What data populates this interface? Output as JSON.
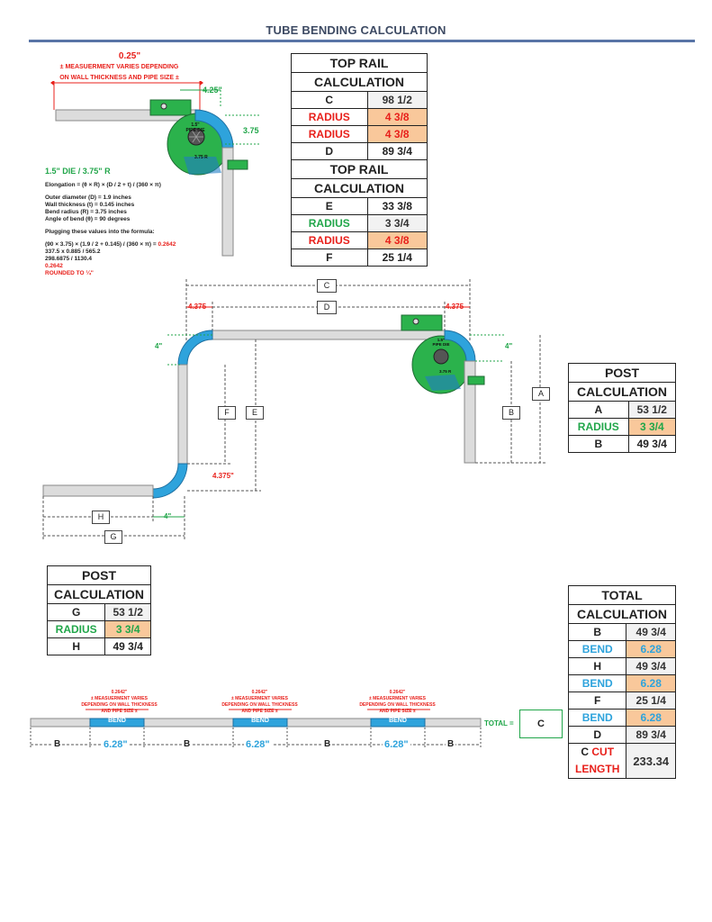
{
  "page": {
    "title": "TUBE BENDING CALCULATION"
  },
  "top_detail": {
    "header_value": "0.25\"",
    "header_note_line1": "± MEASUERMENT VARIES DEPENDING",
    "header_note_line2": "ON WALL THICKNESS AND PIPE SIZE ±",
    "dim_horizontal": "4.25\"",
    "dim_vertical": "3.75",
    "die_label": "1.5\" DIE / 3.75\" R",
    "die_text_1": "1.5\"",
    "die_text_2": "PIPE DIE",
    "die_text_3": "3.75 R",
    "formula_line": "Elongation = (θ × R) × (D / 2 + t) / (360 × π)",
    "params": [
      "Outer diameter (D) = 1.9 inches",
      "Wall thickness (t) = 0.145 inches",
      "Bend radius (R) = 3.75 inches",
      "Angle of bend (θ) = 90 degrees"
    ],
    "plug_line": "Plugging these values into the formula:",
    "calc_line_main": "(90 × 3.75) × (1.9 / 2 + 0.145) / (360 × π) = ",
    "calc_line_result": "0.2642",
    "calc_lines": [
      "337.5 x 0.885 / 565.2",
      "298.6875 / 1130.4"
    ],
    "result_red": "0.2642",
    "rounded_red": "ROUNDED TO ¼\""
  },
  "top_rail_table": {
    "header1_line1": "TOP RAIL",
    "header1_line2": "CALCULATION",
    "rows1": [
      {
        "label": "C",
        "value": "98 1/2"
      },
      {
        "label": "RADIUS",
        "value": "4 3/8"
      },
      {
        "label": "RADIUS",
        "value": "4 3/8"
      },
      {
        "label": "D",
        "value": "89 3/4"
      }
    ],
    "header2_line1": "TOP RAIL",
    "header2_line2": "CALCULATION",
    "rows2": [
      {
        "label": "E",
        "value": "33 3/8"
      },
      {
        "label": "RADIUS",
        "value": "3 3/4"
      },
      {
        "label": "RADIUS",
        "value": "4 3/8"
      },
      {
        "label": "F",
        "value": "25 1/4"
      }
    ]
  },
  "main_drawing": {
    "label_C": "C",
    "label_D": "D",
    "dim_left_top": "4.375",
    "dim_right_top": "4.375",
    "dim_left_4": "4\"",
    "dim_right_4": "4\"",
    "label_F": "F",
    "label_E": "E",
    "label_A": "A",
    "label_B": "B",
    "dim_bottom_4375": "4.375\"",
    "dim_bottom_4": "4\"",
    "label_H": "H",
    "label_G": "G",
    "die_text_1": "1.5\"",
    "die_text_2": "PIPE DIE",
    "die_text_3": "3.75 R"
  },
  "post_table_right": {
    "header_line1": "POST",
    "header_line2": "CALCULATION",
    "rows": [
      {
        "label": "A",
        "value": "53 1/2"
      },
      {
        "label": "RADIUS",
        "value": "3 3/4"
      },
      {
        "label": "B",
        "value": "49 3/4"
      }
    ]
  },
  "post_table_left": {
    "header_line1": "POST",
    "header_line2": "CALCULATION",
    "rows": [
      {
        "label": "G",
        "value": "53 1/2"
      },
      {
        "label": "RADIUS",
        "value": "3 3/4"
      },
      {
        "label": "H",
        "value": "49 3/4"
      }
    ]
  },
  "total_table": {
    "header_line1": "TOTAL",
    "header_line2": "CALCULATION",
    "rows": [
      {
        "label": "B",
        "value": "49 3/4"
      },
      {
        "label": "BEND",
        "value": "6.28"
      },
      {
        "label": "H",
        "value": "49 3/4"
      },
      {
        "label": "BEND",
        "value": "6.28"
      },
      {
        "label": "F",
        "value": "25 1/4"
      },
      {
        "label": "BEND",
        "value": "6.28"
      },
      {
        "label": "D",
        "value": "89 3/4"
      }
    ],
    "final_label_c": "C",
    "final_label_cut": "CUT",
    "final_label_length": "LENGTH",
    "final_value": "233.34"
  },
  "strip": {
    "notes": [
      {
        "value": "0.2642\"",
        "line1": "± MEASUERMENT VARIES",
        "line2": "DEPENDING ON WALL THICKNESS",
        "line3": "AND PIPE SIZE ±"
      },
      {
        "value": "0.2642\"",
        "line1": "± MEASUERMENT VARIES",
        "line2": "DEPENDING ON WALL THICKNESS",
        "line3": "AND PIPE SIZE ±"
      },
      {
        "value": "0.2642\"",
        "line1": "± MEASUERMENT VARIES",
        "line2": "DEPENDING ON WALL THICKNESS",
        "line3": "AND PIPE SIZE ±"
      }
    ],
    "bend_labels": [
      "BEND",
      "BEND",
      "BEND"
    ],
    "dim_labels": [
      "B",
      "6.28\"",
      "B",
      "6.28\"",
      "B",
      "6.28\"",
      "B"
    ],
    "total_label": "TOTAL =",
    "total_box": "C"
  },
  "colors": {
    "red": "#e8201b",
    "green": "#21a64a",
    "blue": "#2ea3dc",
    "orange_cell": "#f9c89b",
    "die_green": "#2bb24c",
    "pipe_gray": "#dcdcdc"
  }
}
